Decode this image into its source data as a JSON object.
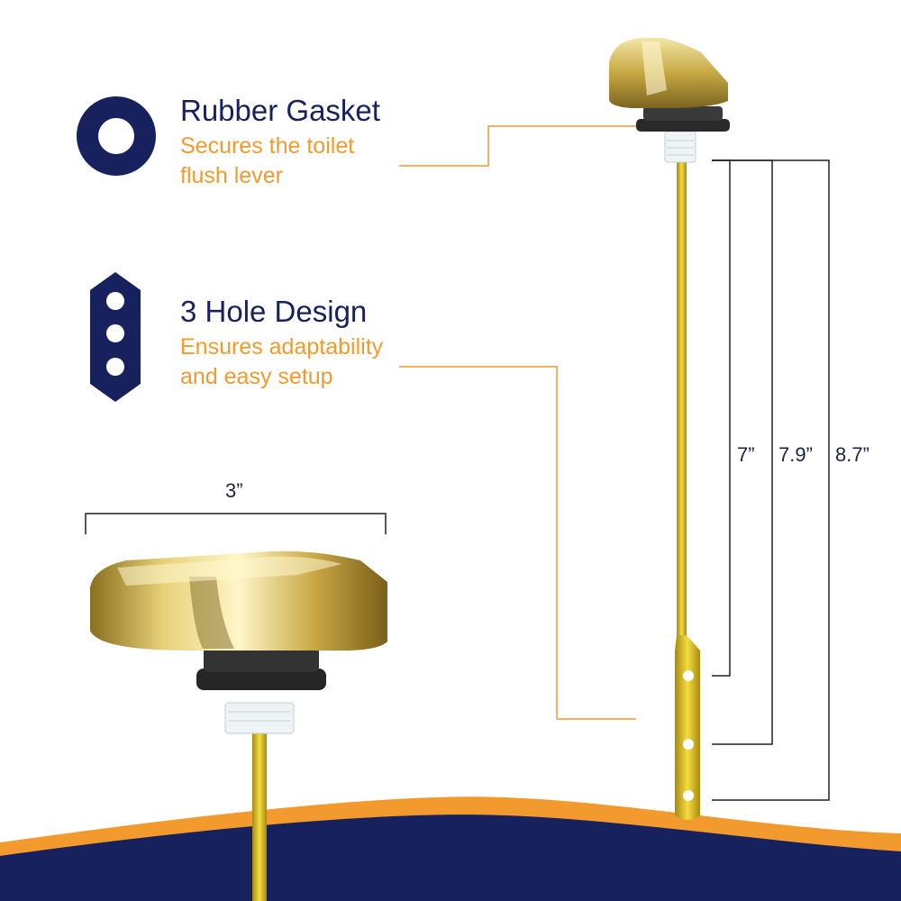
{
  "colors": {
    "navy": "#17215e",
    "orange": "#f29a2e",
    "brass": "#d9c05a",
    "rubber": "#2a2a2a",
    "background": "#ffffff"
  },
  "features": [
    {
      "icon": "ring-icon",
      "title": "Rubber Gasket",
      "description": "Secures the toilet flush lever"
    },
    {
      "icon": "three-hole-plate-icon",
      "title": "3 Hole Design",
      "description": "Ensures adaptability and easy setup"
    }
  ],
  "dimensions": {
    "handle_width": "3”",
    "arm_lengths": [
      "7”",
      "7.9”",
      "8.7”"
    ]
  }
}
